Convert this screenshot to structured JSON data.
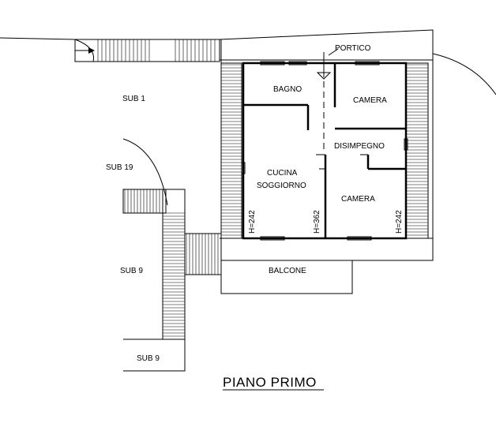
{
  "plan": {
    "title": "PIANO PRIMO",
    "rooms": {
      "portico": "PORTICO",
      "bagno": "BAGNO",
      "camera_top": "CAMERA",
      "disimpegno": "DISIMPEGNO",
      "cucina": "CUCINA",
      "soggiorno": "SOGGIORNO",
      "camera_bottom": "CAMERA",
      "balcone": "BALCONE"
    },
    "heights": {
      "left": "H=242",
      "middle": "H=362",
      "right": "H=242"
    },
    "subs": {
      "sub1": "SUB 1",
      "sub19": "SUB 19",
      "sub9_mid": "SUB 9",
      "sub9_bottom": "SUB 9"
    }
  }
}
